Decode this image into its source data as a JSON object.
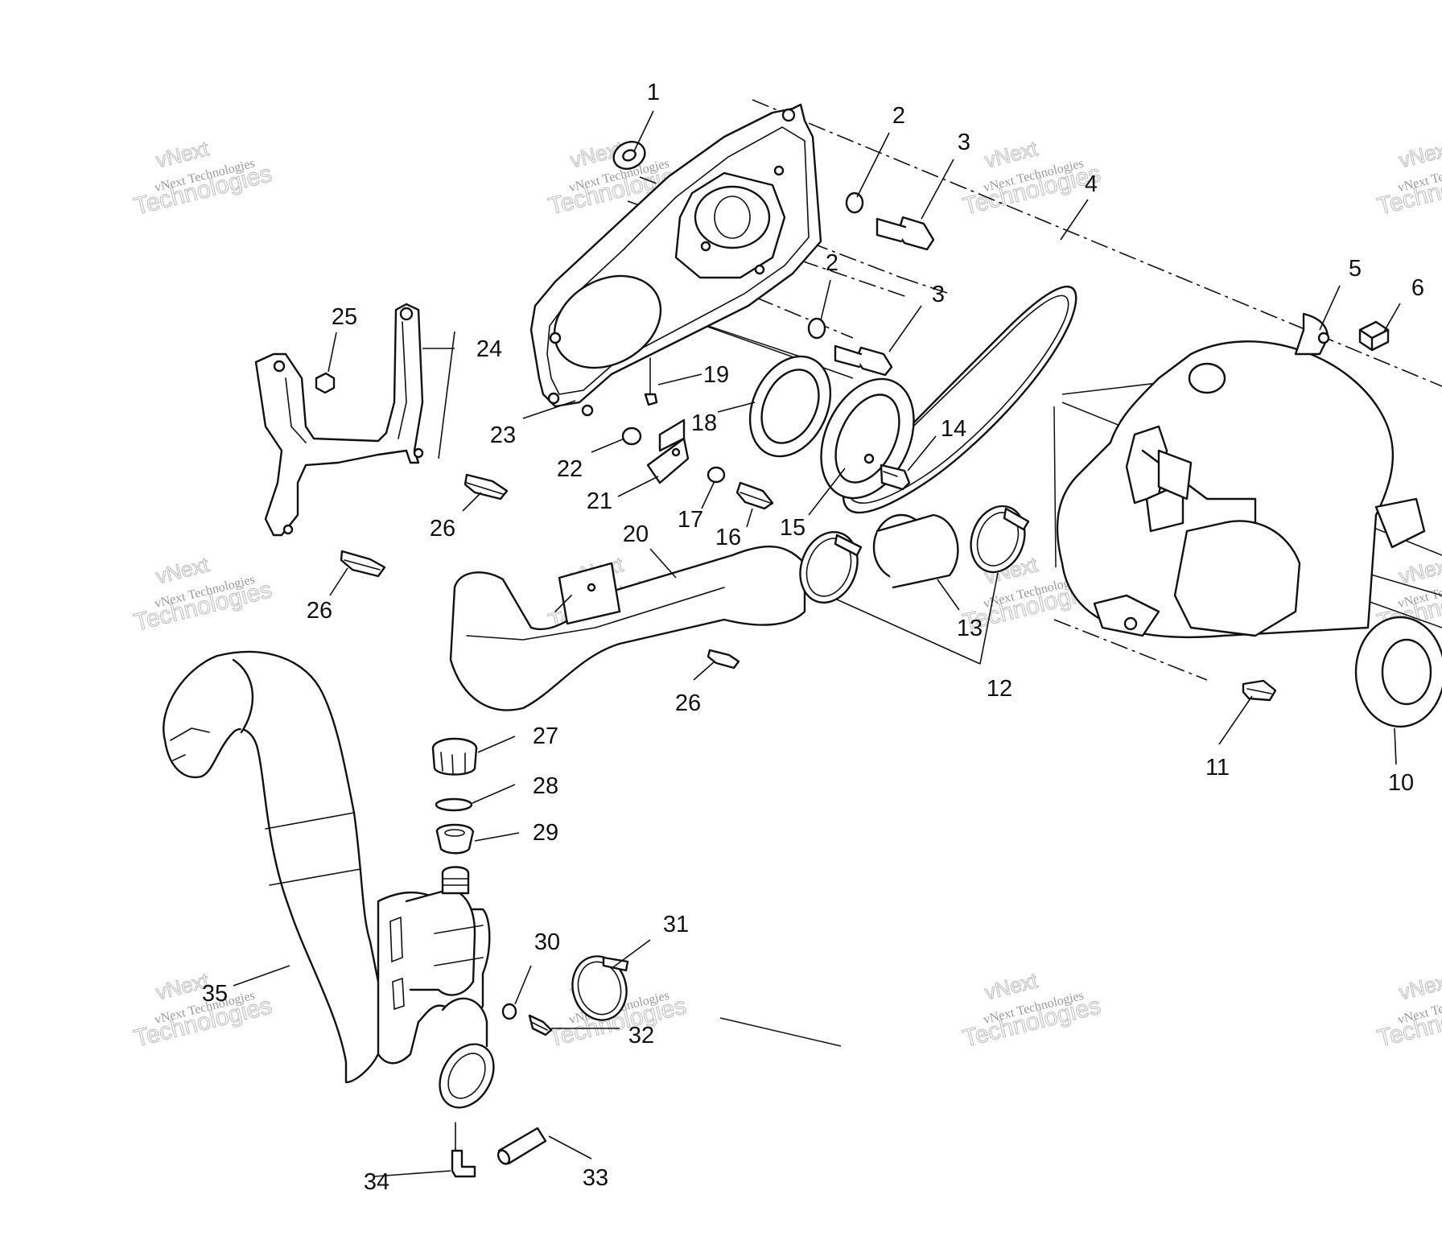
{
  "watermark": {
    "line1": "vNext",
    "line2": "vNext Technologies",
    "line3": "Technologies"
  },
  "callouts": [
    "1",
    "2",
    "3",
    "4",
    "2",
    "3",
    "5",
    "6",
    "19",
    "18",
    "14",
    "23",
    "22",
    "21",
    "17",
    "16",
    "15",
    "20",
    "13",
    "12",
    "26",
    "25",
    "24",
    "26",
    "26",
    "27",
    "28",
    "29",
    "31",
    "30",
    "35",
    "32",
    "33",
    "34",
    "11",
    "10"
  ]
}
